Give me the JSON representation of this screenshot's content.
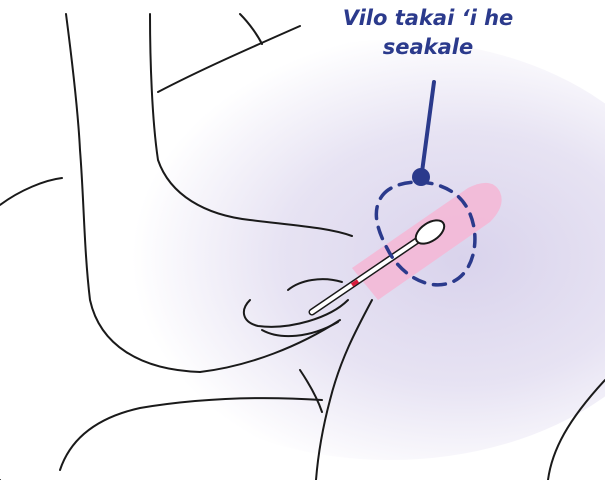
{
  "annotation": {
    "label_line1": "Vilo takai ʻi he",
    "label_line2": "seakale"
  },
  "colors": {
    "annotation": "#2b3a8c",
    "highlight": "#f4b8d6",
    "outline": "#1a1a1a",
    "background_glow": "#e2ddf0",
    "swab_marker": "#d81b3c"
  },
  "illustration": {
    "subject": "hand inserting cotton swab",
    "icon": "swab-icon"
  }
}
